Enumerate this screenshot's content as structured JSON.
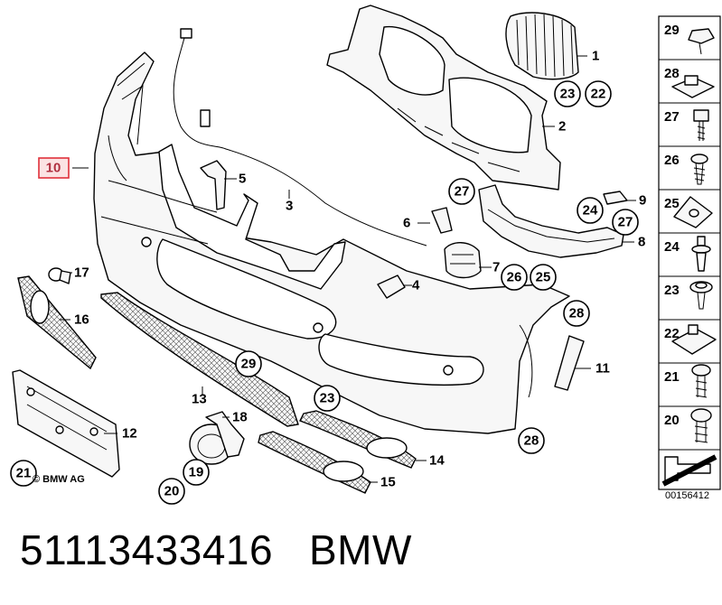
{
  "diagram": {
    "highlighted_label": "10",
    "labels": {
      "l1": "1",
      "l2": "2",
      "l3": "3",
      "l4": "4",
      "l5": "5",
      "l6": "6",
      "l7": "7",
      "l8": "8",
      "l9": "9",
      "l11": "11",
      "l12": "12",
      "l13": "13",
      "l14": "14",
      "l15": "15",
      "l16": "16",
      "l17": "17",
      "l18": "18"
    },
    "badges": {
      "b23a": "23",
      "b22a": "22",
      "b27a": "27",
      "b24a": "24",
      "b27b": "27",
      "b26a": "26",
      "b25a": "25",
      "b28a": "28",
      "b29a": "29",
      "b23b": "23",
      "b28b": "28",
      "b19a": "19",
      "b20a": "20",
      "b21a": "21"
    },
    "copyright": "© BMW AG",
    "sidebar_items": [
      "29",
      "28",
      "27",
      "26",
      "25",
      "24",
      "23",
      "22",
      "21",
      "20"
    ],
    "diagram_code": "00156412"
  },
  "caption": {
    "part_number": "51113433416",
    "brand": "BMW"
  }
}
